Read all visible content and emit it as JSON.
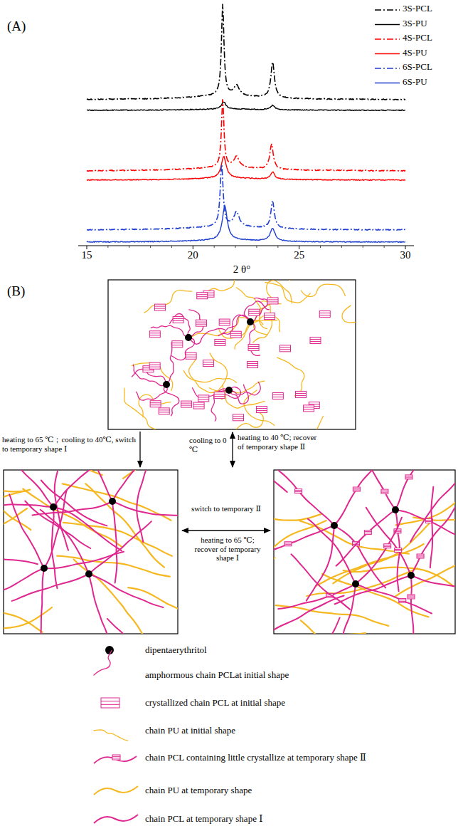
{
  "diagram": {
    "labels": [
      "(A)",
      "15",
      "20",
      "25",
      "30",
      "2 θ°",
      "(B)",
      "heating to 65 ℃；cooling to 40℃, switch to temporary shape Ⅰ",
      "cooling to 0 ℃",
      "heating to 40 ℃; recover of temporary shape Ⅱ",
      "switch to temporary Ⅱ",
      "heating to 65 ℃; recover of temporary shape Ⅰ"
    ],
    "legend": [
      {
        "text": "3S-PCL"
      },
      {
        "text": "3S-PU"
      },
      {
        "text": "4S-PCL"
      },
      {
        "text": "4S-PU"
      },
      {
        "text": "6S-PCL"
      },
      {
        "text": "6S-PU"
      },
      {
        "text": "dipentaerythritol"
      },
      {
        "text": "amphormous chain PCLat initial shape"
      },
      {
        "text": "crystallized chain PCL at initial shape"
      },
      {
        "text": "chain PU at initial shape"
      },
      {
        "text": "chain PCL containing little crystallize at temporary shape Ⅱ"
      },
      {
        "text": "chain PU at temporary shape"
      },
      {
        "text": "chain PCL at temporary shape Ⅰ"
      }
    ]
  }
}
